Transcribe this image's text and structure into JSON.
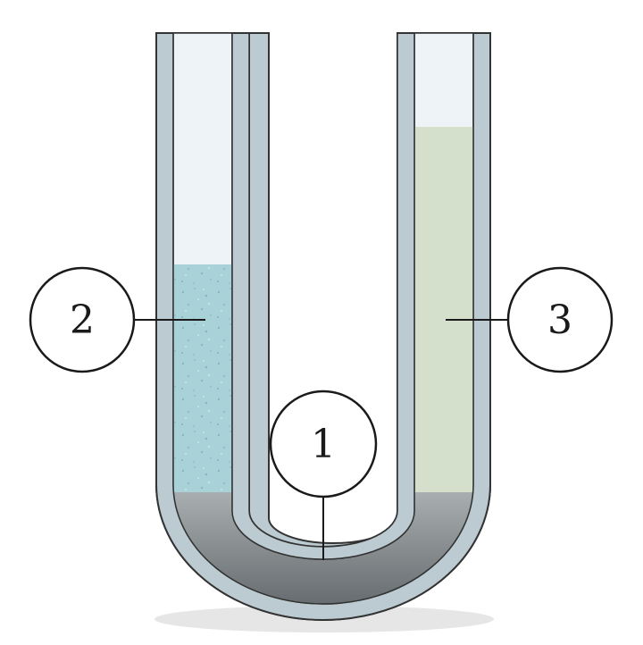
{
  "callouts": [
    {
      "id": "1",
      "label": "1"
    },
    {
      "id": "2",
      "label": "2"
    },
    {
      "id": "3",
      "label": "3"
    }
  ],
  "colors": {
    "tube_wall": "#bccbd1",
    "tube_stroke": "#333333",
    "empty_space": "#edf3f7",
    "mercury_top": "#a9aeb0",
    "mercury_bottom": "#5f6568",
    "liquid_left": "#a9d2d8",
    "liquid_left_speckle": "#7fb9c4",
    "liquid_right": "#d4dfcc",
    "shadow": "#e6e6e6"
  }
}
